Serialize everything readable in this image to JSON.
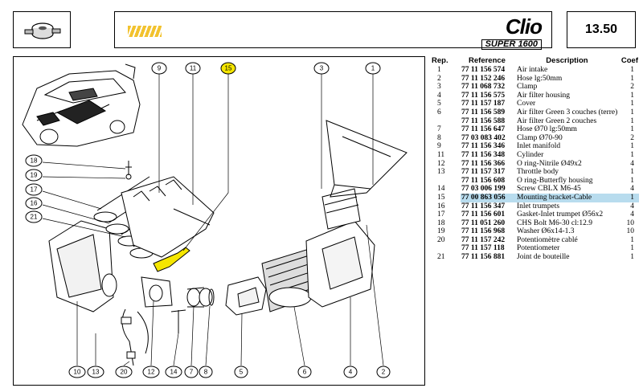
{
  "header": {
    "logo_main": "Clio",
    "logo_sub": "SUPER 1600",
    "page_number": "13.50",
    "brand_color": "#f2c22e"
  },
  "diagram": {
    "callouts": [
      "9",
      "11",
      "15",
      "3",
      "1",
      "18",
      "19",
      "17",
      "16",
      "21",
      "10",
      "13",
      "20",
      "12",
      "14",
      "7",
      "8",
      "5",
      "6",
      "4",
      "2"
    ],
    "highlighted_callout": "15",
    "highlight_color": "#f5e600"
  },
  "table": {
    "headers": {
      "rep": "Rep.",
      "reference": "Reference",
      "description": "Description",
      "coef": "Coef"
    },
    "rows": [
      {
        "rep": "1",
        "ref": "77 11 156 574",
        "desc": "Air intake",
        "coef": "1"
      },
      {
        "rep": "2",
        "ref": "77 11 152 246",
        "desc": "Hose lg:50mm",
        "coef": "1"
      },
      {
        "rep": "3",
        "ref": "77 11 068 732",
        "desc": "Clamp",
        "coef": "2"
      },
      {
        "rep": "4",
        "ref": "77 11 156 575",
        "desc": "Air filter housing",
        "coef": "1"
      },
      {
        "rep": "5",
        "ref": "77 11 157 187",
        "desc": "Cover",
        "coef": "1"
      },
      {
        "rep": "6",
        "ref": "77 11 156 589",
        "desc": "Air filter Green 3 couches (terre)",
        "coef": "1"
      },
      {
        "rep": "",
        "ref": "77 11 156 588",
        "desc": "Air filter Green 2 couches",
        "coef": "1"
      },
      {
        "rep": "7",
        "ref": "77 11 156 647",
        "desc": "Hose Ø70 lg:50mm",
        "coef": "1"
      },
      {
        "rep": "8",
        "ref": "77 03 083 402",
        "desc": "Clamp Ø70-90",
        "coef": "2"
      },
      {
        "rep": "9",
        "ref": "77 11 156 346",
        "desc": "Inlet manifold",
        "coef": "1"
      },
      {
        "rep": "11",
        "ref": "77 11 156 348",
        "desc": "Cylinder",
        "coef": "1"
      },
      {
        "rep": "12",
        "ref": "77 11 156 366",
        "desc": "O ring-Nitrile Ø49x2",
        "coef": "4"
      },
      {
        "rep": "13",
        "ref": "77 11 157 317",
        "desc": "Throttle body",
        "coef": "1"
      },
      {
        "rep": "",
        "ref": "77 11 156 608",
        "desc": "O ring-Butterfly housing",
        "coef": "1"
      },
      {
        "rep": "14",
        "ref": "77 03 006 199",
        "desc": "Screw CBLX M6-45",
        "coef": "4"
      },
      {
        "rep": "15",
        "ref": "77 00 863 056",
        "desc": "Mounting bracket-Cable",
        "coef": "1",
        "highlight": true
      },
      {
        "rep": "16",
        "ref": "77 11 156 347",
        "desc": "Inlet trumpets",
        "coef": "4"
      },
      {
        "rep": "17",
        "ref": "77 11 156 601",
        "desc": "Gasket-Inlet trumpet Ø56x2",
        "coef": "4"
      },
      {
        "rep": "18",
        "ref": "77 11 051 260",
        "desc": "CHS Bolt M6-30 cl:12.9",
        "coef": "10"
      },
      {
        "rep": "19",
        "ref": "77 11 156 968",
        "desc": "Washer Ø6x14-1.3",
        "coef": "10"
      },
      {
        "rep": "20",
        "ref": "77 11 157 242",
        "desc": "Potentiomètre cablé",
        "coef": "1"
      },
      {
        "rep": "",
        "ref": "77 11 157 118",
        "desc": "Potentiometer",
        "coef": "1"
      },
      {
        "rep": "21",
        "ref": "77 11 156 881",
        "desc": "Joint de bouteille",
        "coef": "1"
      }
    ]
  }
}
